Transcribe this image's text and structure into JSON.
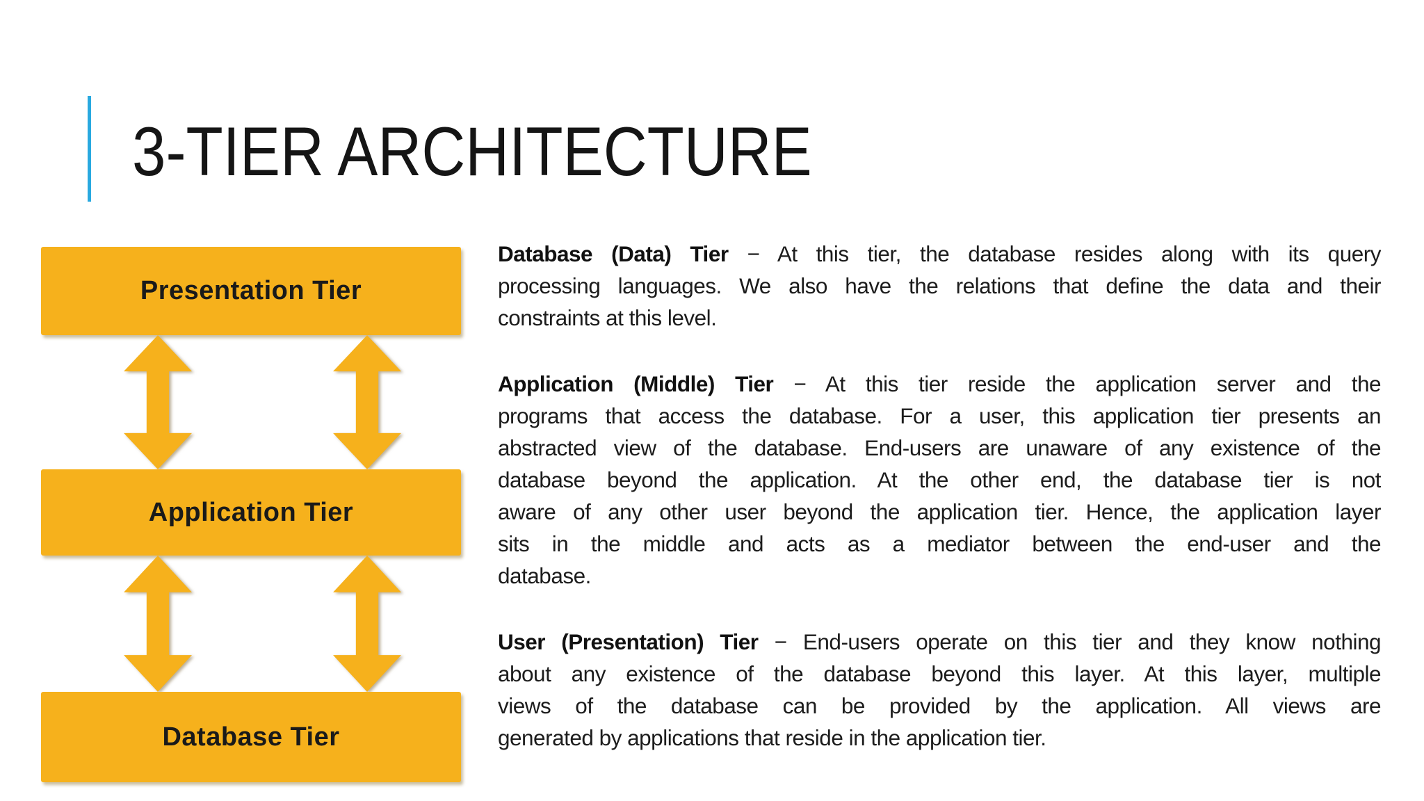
{
  "slide": {
    "title": "3-TIER ARCHITECTURE",
    "colors": {
      "accent_cyan": "#29A9E0",
      "tier_box_yellow": "#F6B11C",
      "title_text": "#151515",
      "body_text": "#1c1c1c"
    },
    "diagram": {
      "arrow_icon": "vertical-double-arrow",
      "boxes": [
        {
          "label": "Presentation Tier"
        },
        {
          "label": "Application Tier"
        },
        {
          "label": "Database Tier"
        }
      ]
    },
    "paragraphs": [
      {
        "heading": "Database (Data) Tier",
        "lines": [
          "− At this tier, the database resides along with its query",
          "processing languages. We also have the relations that define the data and their",
          "constraints at this level."
        ]
      },
      {
        "heading": "Application (Middle) Tier",
        "lines": [
          "− At this tier reside the application server and the",
          "programs that access the database. For a user, this application tier presents an",
          "abstracted view of the database. End-users are unaware of any existence of the",
          "database beyond the application. At the other end, the database tier is not",
          "aware of any other user beyond the application tier. Hence, the application layer",
          "sits in the middle and acts as a mediator between the end-user and the",
          "database."
        ]
      },
      {
        "heading": "User (Presentation) Tier",
        "lines": [
          "− End-users operate on this tier and they know nothing",
          "about any existence of the database beyond this layer. At this layer, multiple",
          "views of the database can be provided by the application. All views are",
          "generated by applications that reside in the application tier."
        ]
      }
    ]
  }
}
